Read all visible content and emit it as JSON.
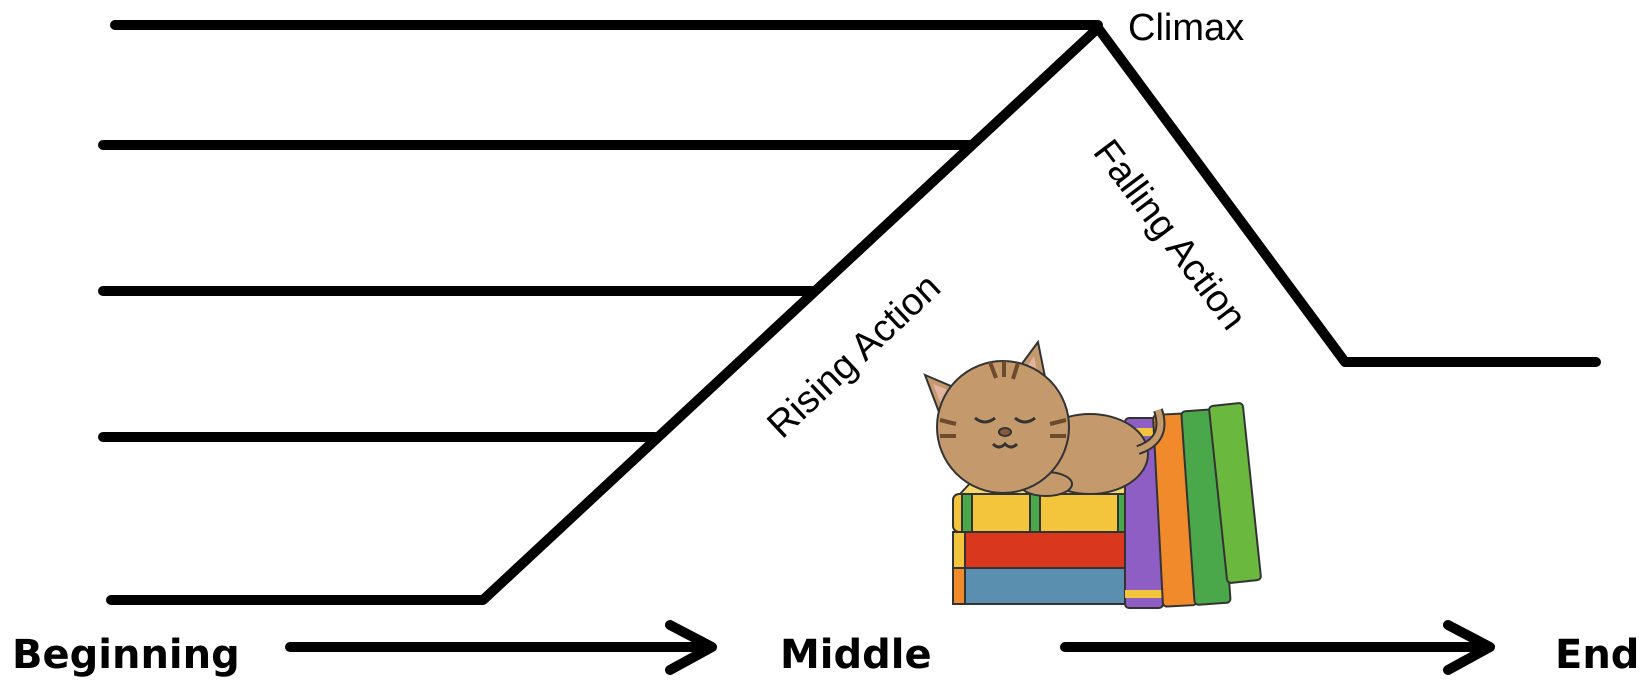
{
  "diagram": {
    "labels": {
      "climax": "Climax",
      "rising_action": "Rising Action",
      "falling_action": "Falling Action"
    },
    "timeline": {
      "beginning": "Beginning",
      "middle": "Middle",
      "end": "End"
    },
    "illustration": {
      "subject": "cat sleeping on stack of books",
      "book_colors": [
        "#f2c53d",
        "#d9381e",
        "#5b8fb0",
        "#8e5ec4",
        "#f08a2a",
        "#4aa84a",
        "#6bb83e"
      ],
      "cat_color": "#c49a6c"
    },
    "line_color": "#000000"
  }
}
